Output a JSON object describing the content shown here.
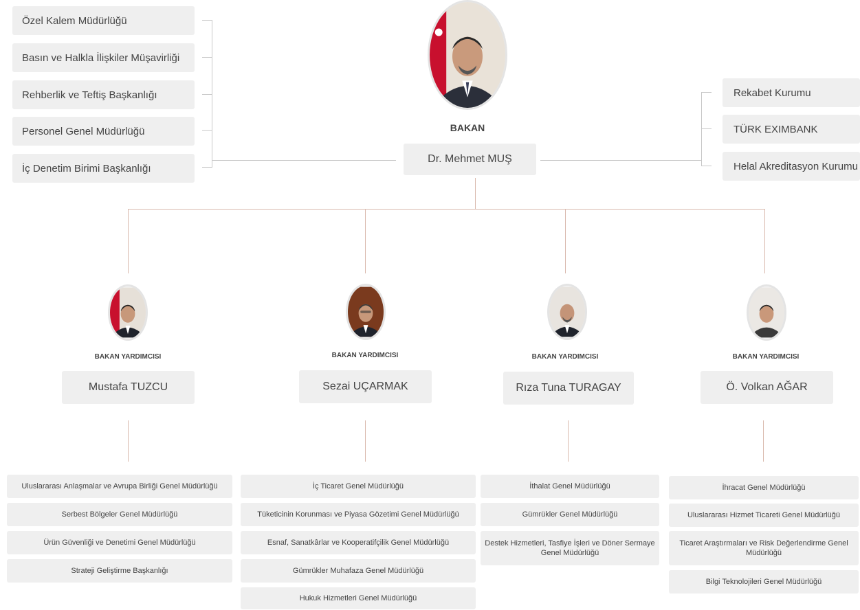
{
  "minister": {
    "title": "BAKAN",
    "name": "Dr. Mehmet MUŞ"
  },
  "left_units": [
    "Özel Kalem Müdürlüğü",
    "Basın ve Halkla İlişkiler Müşavirliği",
    "Rehberlik ve Teftiş Başkanlığı",
    "Personel Genel Müdürlüğü",
    "İç Denetim Birimi Başkanlığı"
  ],
  "right_units": [
    "Rekabet Kurumu",
    "TÜRK EXIMBANK",
    "Helal Akreditasyon Kurumu"
  ],
  "deputies": [
    {
      "title": "BAKAN YARDIMCISI",
      "name": "Mustafa TUZCU",
      "units": [
        "Uluslararası Anlaşmalar ve Avrupa Birliği Genel Müdürlüğü",
        "Serbest Bölgeler Genel Müdürlüğü",
        "Ürün Güvenliği ve Denetimi Genel Müdürlüğü",
        "Strateji Geliştirme Başkanlığı"
      ]
    },
    {
      "title": "BAKAN YARDIMCISI",
      "name": "Sezai UÇARMAK",
      "units": [
        "İç Ticaret Genel Müdürlüğü",
        "Tüketicinin Korunması ve Piyasa Gözetimi Genel Müdürlüğü",
        "Esnaf, Sanatkârlar ve Kooperatifçilik Genel Müdürlüğü",
        "Gümrükler Muhafaza Genel Müdürlüğü",
        "Hukuk Hizmetleri Genel Müdürlüğü"
      ]
    },
    {
      "title": "BAKAN YARDIMCISI",
      "name": "Rıza Tuna TURAGAY",
      "units": [
        "İthalat Genel Müdürlüğü",
        "Gümrükler Genel Müdürlüğü",
        "Destek Hizmetleri, Tasfiye İşleri ve Döner Sermaye Genel Müdürlüğü"
      ]
    },
    {
      "title": "BAKAN YARDIMCISI",
      "name": "Ö. Volkan AĞAR",
      "units": [
        "İhracat Genel Müdürlüğü",
        "Uluslararası Hizmet Ticareti Genel Müdürlüğü",
        "Ticaret Araştırmaları ve Risk Değerlendirme Genel Müdürlüğü",
        "Bilgi Teknolojileri Genel Müdürlüğü"
      ]
    }
  ],
  "colors": {
    "connector": "#d9b9ad",
    "box": "#efefef",
    "flag_red": "#c8102e"
  }
}
